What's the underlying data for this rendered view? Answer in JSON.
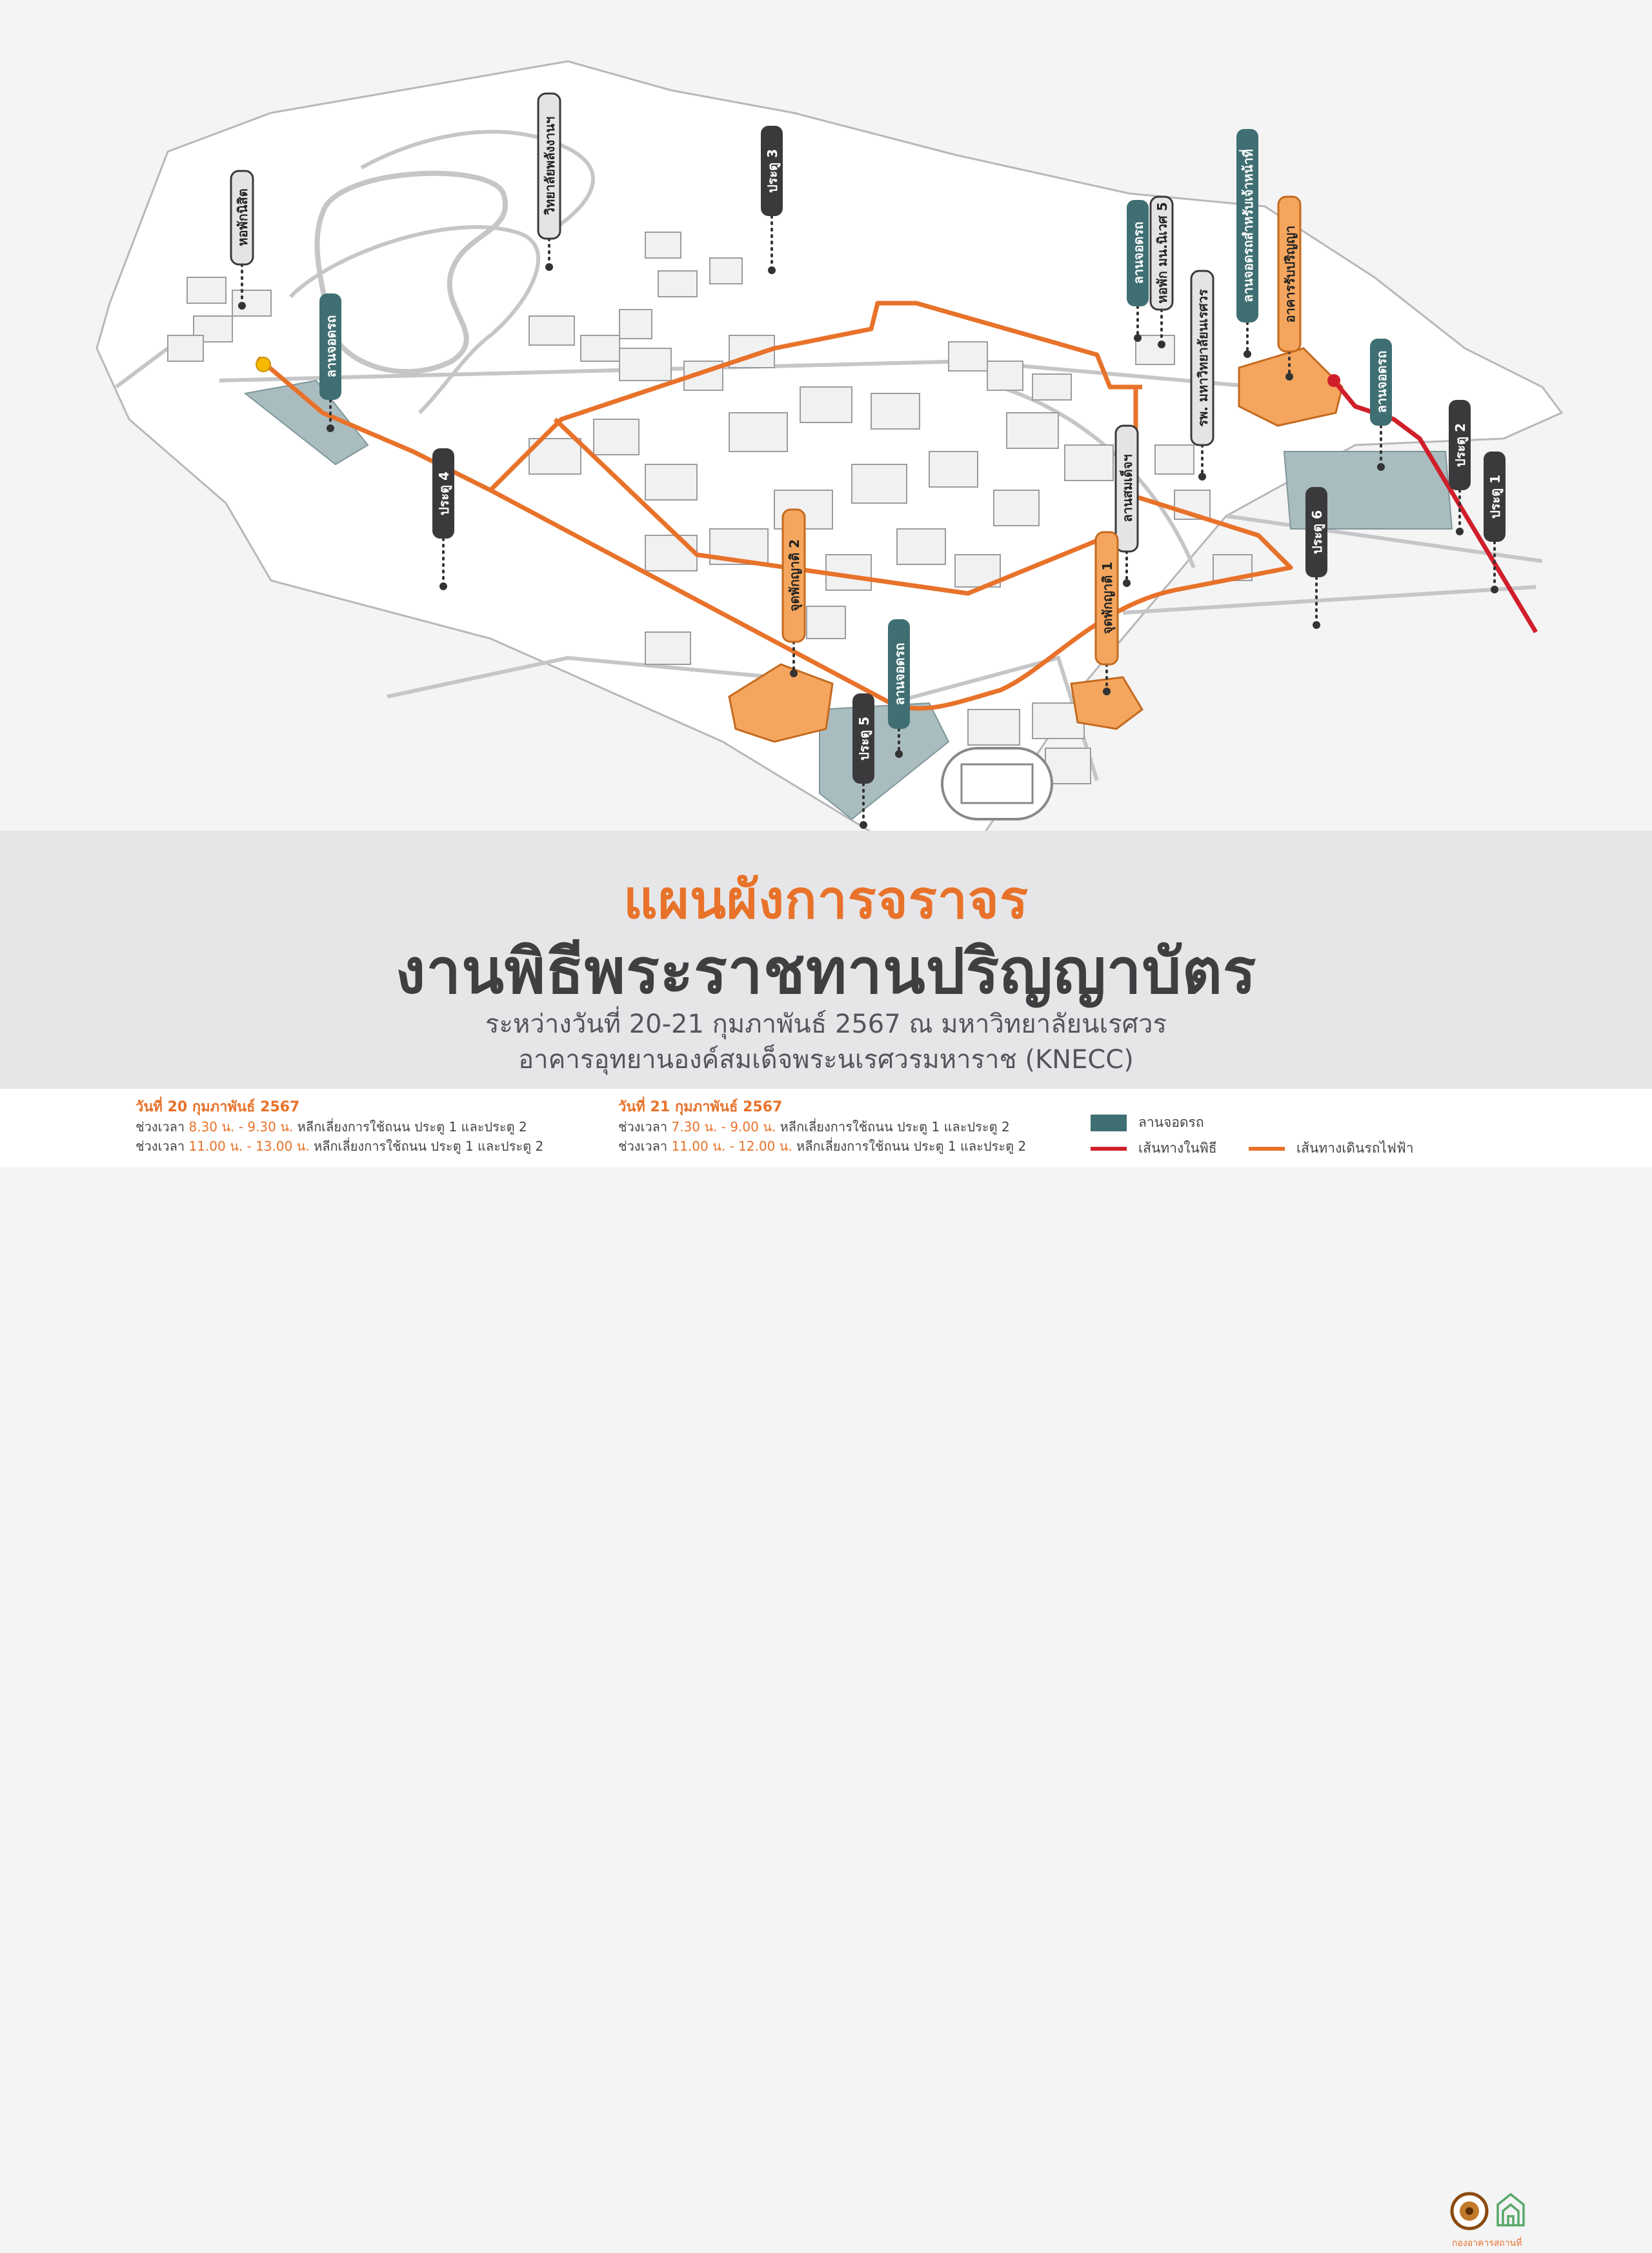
{
  "title": "แผนผังการจราจร",
  "subtitle": "งานพิธีพระราชทานปริญญาบัตร",
  "line1": "ระหว่างวันที่ 20-21 กุมภาพันธ์ 2567 ณ มหาวิทยาลัยนเรศวร",
  "line2": "อาคารอุทยานองค์สมเด็จพระนเรศวรมหาราช (KNECC)",
  "labels": {
    "dorm_student": "หอพักนิสิต",
    "college_energy": "วิทยาลัยพลังงานฯ",
    "gate3": "ประตู 3",
    "parking_a": "ลานจอดรถ",
    "gate4": "ประตู 4",
    "parking_b": "ลานจอดรถ",
    "dorm_nu5": "หอพัก มน.นิเวศ 5",
    "parking_staff": "ลานจอดรถสำหรับเจ้าหน้าที่",
    "hall": "อาคารรับปริญญา",
    "hospital": "รพ. มหาวิทยาลัยนเรศวร",
    "parking_d": "ลานจอดรถ",
    "gate2": "ประตู 2",
    "gate1": "ประตู 1",
    "gate6": "ประตู 6",
    "tower": "ลานสมเด็จฯ",
    "relative1": "จุดพักญาติ 1",
    "relative2": "จุดพักญาติ 2",
    "parking_e": "ลานจอดรถ",
    "gate5": "ประตู 5"
  },
  "day1": {
    "title": "วันที่ 20 กุมภาพันธ์ 2567",
    "r1_pre": "ช่วงเวลา ",
    "r1_time": "8.30 น. - 9.30 น.",
    "r1_post": " หลีกเลี่ยงการใช้ถนน ประตู 1 และประตู 2",
    "r2_pre": "ช่วงเวลา ",
    "r2_time": "11.00 น. - 13.00 น.",
    "r2_post": " หลีกเลี่ยงการใช้ถนน ประตู 1 และประตู 2"
  },
  "day2": {
    "title": "วันที่ 21 กุมภาพันธ์ 2567",
    "r1_pre": "ช่วงเวลา ",
    "r1_time": "7.30 น. - 9.00 น.",
    "r1_post": " หลีกเลี่ยงการใช้ถนน ประตู 1 และประตู 2",
    "r2_pre": "ช่วงเวลา ",
    "r2_time": "11.00 น. - 12.00 น.",
    "r2_post": " หลีกเลี่ยงการใช้ถนน ประตู 1 และประตู 2"
  },
  "legend": {
    "parking": "ลานจอดรถ",
    "ceremony": "เส้นทางในพิธี",
    "tram": "เส้นทางเดินรถไฟฟ้า"
  },
  "logo_caption": "กองอาคารสถานที่",
  "colors": {
    "orange": "#e8722a",
    "dark_pin": "#3a3a3c",
    "gray_pin": "#e4e4e6",
    "teal_pin": "#3f6f73",
    "parking_fill": "#a9bcbf",
    "ceremony_red": "#d01f2b"
  }
}
